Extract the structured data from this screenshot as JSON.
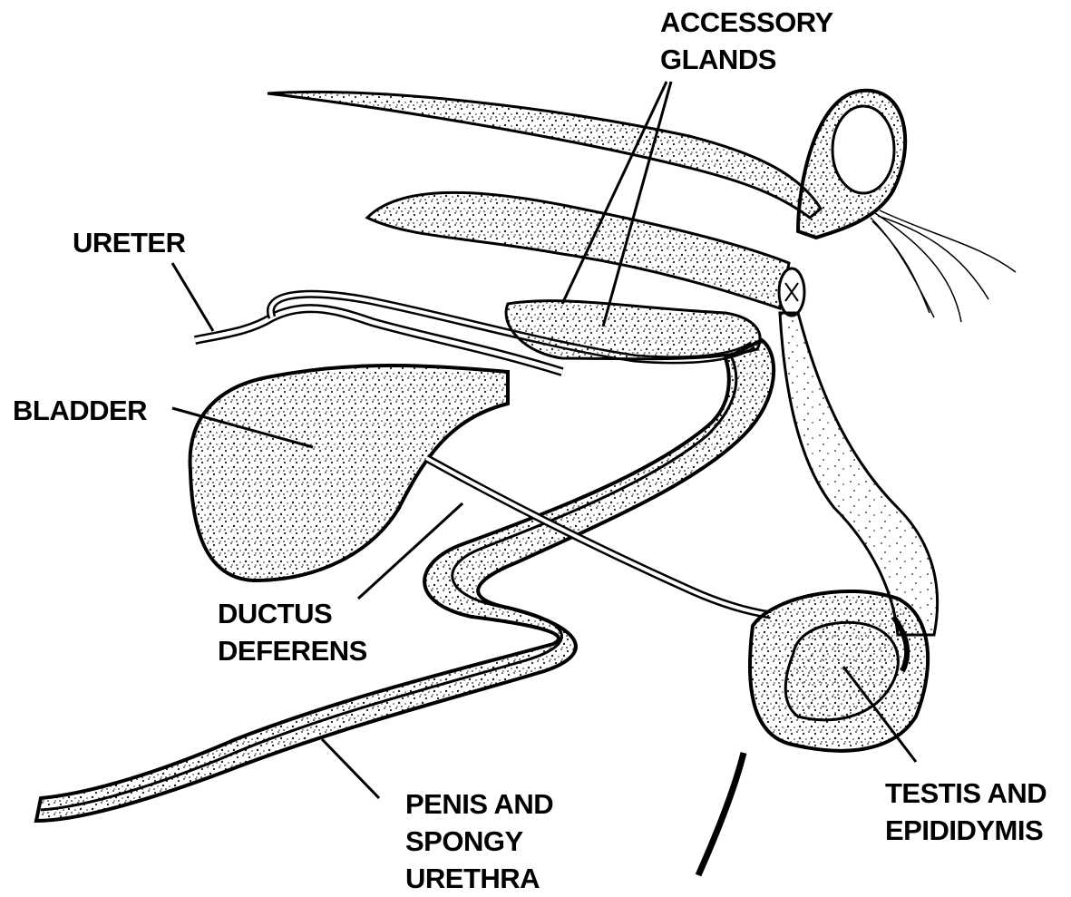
{
  "labels": {
    "accessory_glands": [
      "ACCESSORY",
      "GLANDS"
    ],
    "ureter": [
      "URETER"
    ],
    "bladder": [
      "BLADDER"
    ],
    "ductus_deferens": [
      "DUCTUS",
      "DEFERENS"
    ],
    "penis_urethra": [
      "PENIS AND",
      "SPONGY",
      "URETHRA"
    ],
    "testis_epididymis": [
      "TESTIS AND",
      "EPIDIDYMIS"
    ]
  },
  "colors": {
    "ink": "#000000",
    "paper": "#ffffff",
    "stipple": "#1a1a1a"
  }
}
